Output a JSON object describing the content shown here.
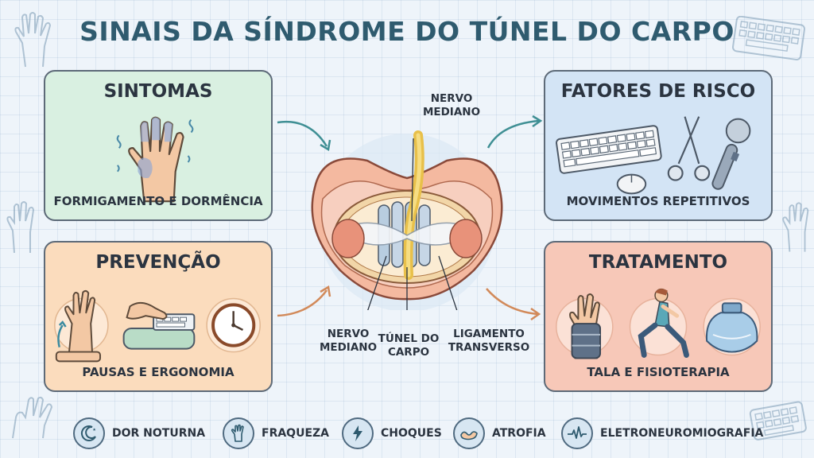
{
  "title": "SINAIS DA SÍNDROME DO TÚNEL DO CARPO",
  "cards": {
    "sintomas": {
      "title": "SINTOMAS",
      "caption": "FORMIGAMENTO E DORMÊNCIA"
    },
    "fatores": {
      "title": "FATORES DE RISCO",
      "caption": "MOVIMENTOS REPETITIVOS"
    },
    "prevencao": {
      "title": "PREVENÇÃO",
      "caption": "PAUSAS E ERGONOMIA"
    },
    "tratamento": {
      "title": "TRATAMENTO",
      "caption": "TALA E FISIOTERAPIA"
    }
  },
  "anatomy": {
    "top_label_line1": "NERVO",
    "top_label_line2": "MEDIANO",
    "bottom_left_line1": "NERVO",
    "bottom_left_line2": "MEDIANO",
    "bottom_mid_line1": "TÚNEL DO",
    "bottom_mid_line2": "CARPO",
    "bottom_right_line1": "LIGAMENTO",
    "bottom_right_line2": "TRANSVERSO"
  },
  "signs": [
    {
      "label": "DOR NOTURNA",
      "icon": "moon-icon"
    },
    {
      "label": "FRAQUEZA",
      "icon": "hand-icon"
    },
    {
      "label": "CHOQUES",
      "icon": "lightning-icon"
    },
    {
      "label": "ATROFIA",
      "icon": "muscle-icon"
    },
    {
      "label": "ELETRONEUROMIOGRAFIA",
      "icon": "pulse-wave-icon"
    }
  ],
  "colors": {
    "sintomas_bg": "#d9f0e1",
    "fatores_bg": "#d3e4f5",
    "prevencao_bg": "#fbdcbd",
    "tratamento_bg": "#f7c8b8",
    "title_color": "#2f5b6f"
  }
}
